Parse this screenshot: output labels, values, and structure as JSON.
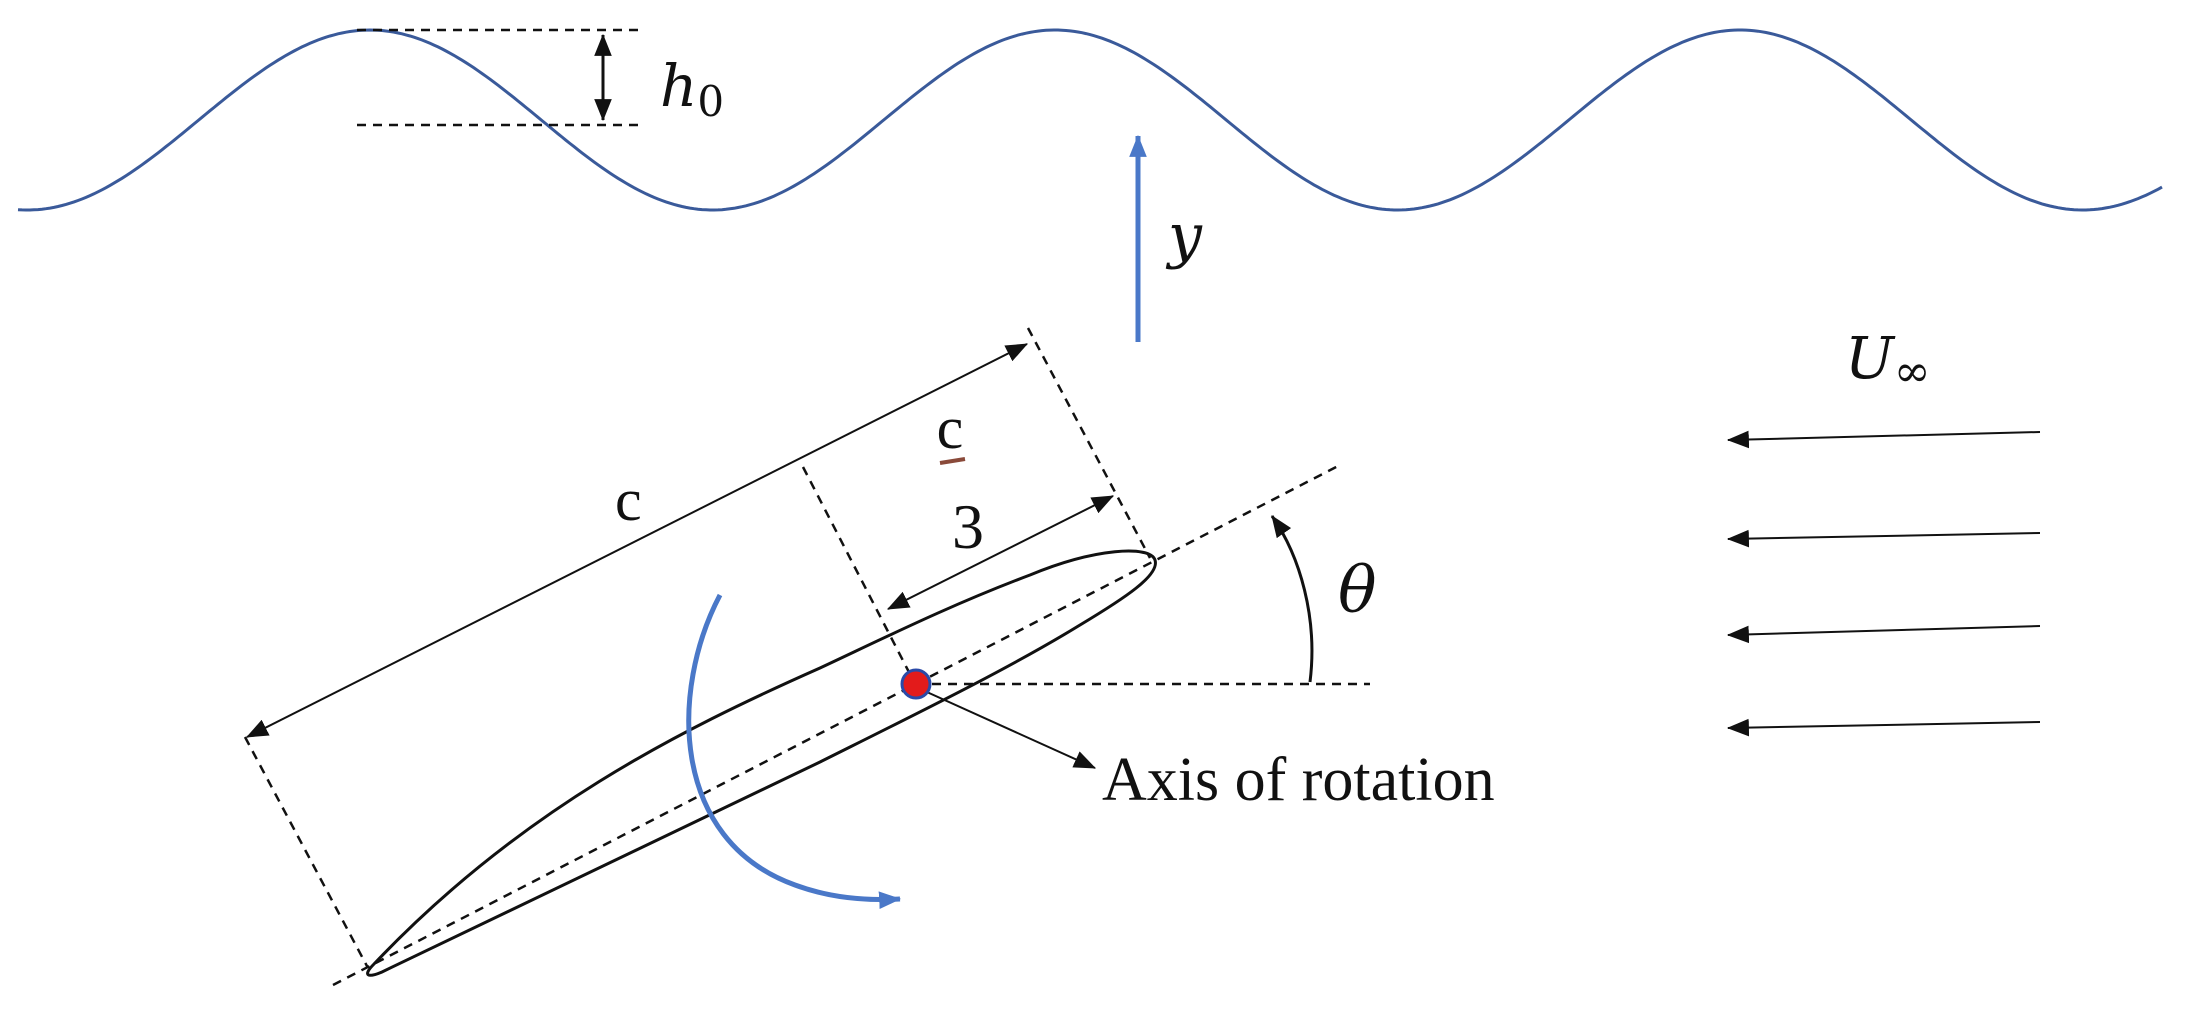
{
  "labels": {
    "h_symbol": "h",
    "h_subscript": "0",
    "y_axis": "y",
    "u_symbol": "U",
    "u_subscript": "∞",
    "chord": "c",
    "pivot_fraction_numerator": "c",
    "pivot_fraction_denominator": "3",
    "theta": "θ",
    "axis_of_rotation": "Axis of rotation"
  },
  "colors": {
    "wave": "#3a5a9a",
    "y_arrow": "#4a78c8",
    "rotation_arrow": "#4a78c8",
    "pivot_fill": "#e31b1b",
    "pivot_stroke": "#2a4aa8",
    "line": "#111111",
    "fraction_bar": "#8a4a3a"
  }
}
